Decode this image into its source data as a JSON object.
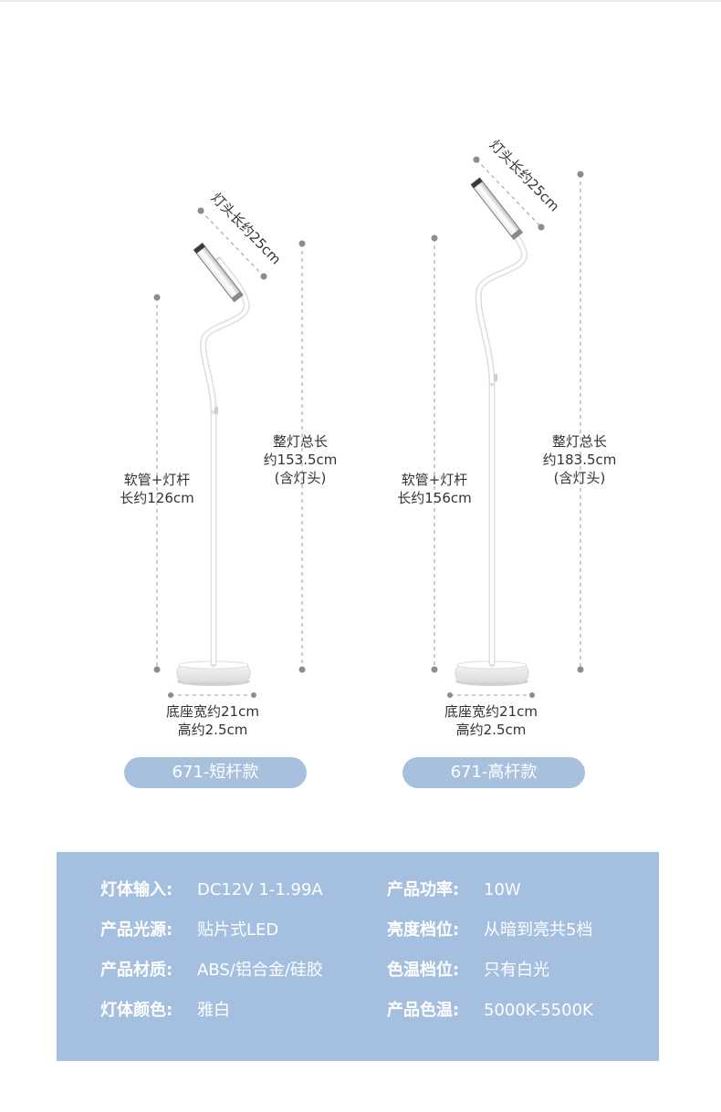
{
  "colors": {
    "accent_blue": "#a4bfdf",
    "pill_blue": "#a7c0dd",
    "text_dark": "#333333",
    "text_light": "#ffffff",
    "dash_gray": "#8c8c8c"
  },
  "lamps": {
    "short": {
      "head_length": "灯头长约25cm",
      "total_length": [
        "整灯总长",
        "约153.5cm",
        "(含灯头)"
      ],
      "pole_length": [
        "软管+灯杆",
        "长约126cm"
      ],
      "base_size": [
        "底座宽约21cm",
        "高约2.5cm"
      ],
      "model_label": "671-短杆款"
    },
    "tall": {
      "head_length": "灯头长约25cm",
      "total_length": [
        "整灯总长",
        "约183.5cm",
        "(含灯头)"
      ],
      "pole_length": [
        "软管+灯杆",
        "长约156cm"
      ],
      "base_size": [
        "底座宽约21cm",
        "高约2.5cm"
      ],
      "model_label": "671-高杆款"
    }
  },
  "specs": {
    "left": [
      {
        "key": "灯体输入:",
        "value": "DC12V   1-1.99A"
      },
      {
        "key": "产品光源:",
        "value": "贴片式LED"
      },
      {
        "key": "产品材质:",
        "value": "ABS/铝合金/硅胶"
      },
      {
        "key": "灯体颜色:",
        "value": "雅白"
      }
    ],
    "right": [
      {
        "key": "产品功率:",
        "value": "10W"
      },
      {
        "key": "亮度档位:",
        "value": "从暗到亮共5档"
      },
      {
        "key": "色温档位:",
        "value": "只有白光"
      },
      {
        "key": "产品色温:",
        "value": "5000K-5500K"
      }
    ]
  }
}
